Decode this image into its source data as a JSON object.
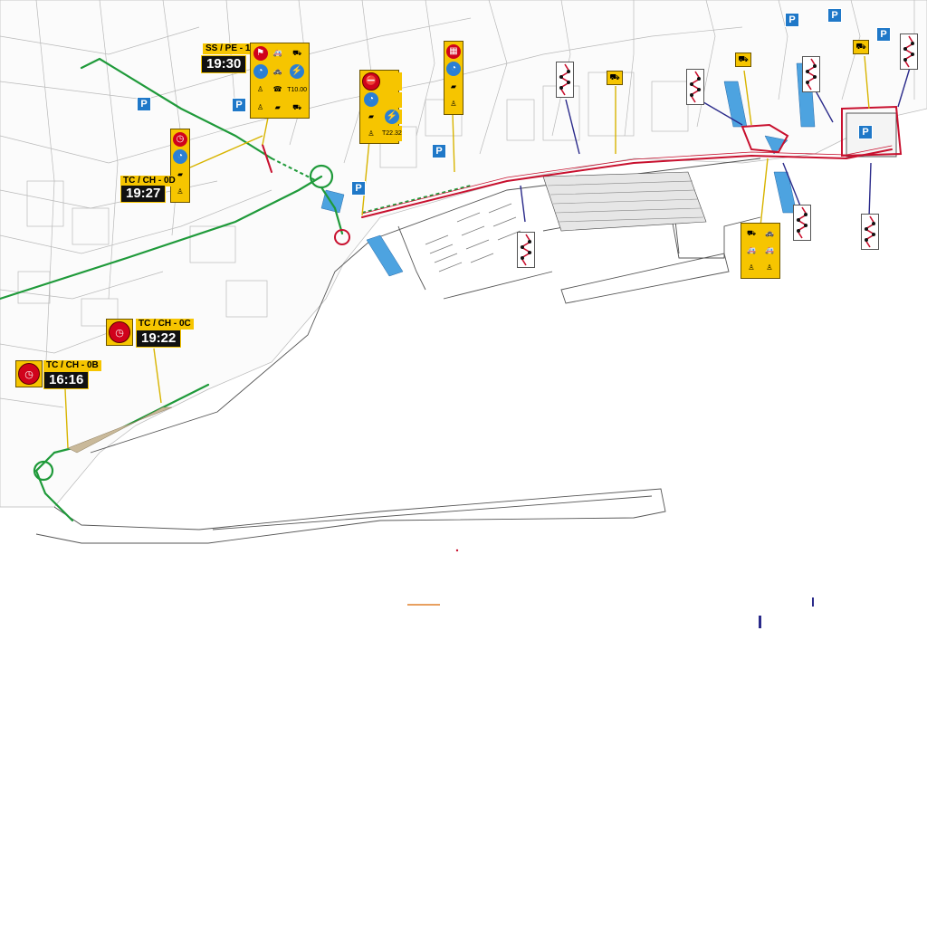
{
  "colors": {
    "route_green": "#1f9a3a",
    "stage_red": "#c8102e",
    "water_blue": "#4da3e0",
    "panel_yellow": "#f6c500",
    "parking_blue": "#1f78c8"
  },
  "parking": {
    "label": "P"
  },
  "controls": [
    {
      "code": "TC / CH - 0B",
      "time": "16:16"
    },
    {
      "code": "TC / CH - 0C",
      "time": "19:22"
    },
    {
      "code": "TC / CH - 0D",
      "time": "19:27"
    },
    {
      "code": "SS / PE - 1",
      "time": "19:30"
    }
  ],
  "timing_points": [
    {
      "label": "T1",
      "value": "0.00"
    },
    {
      "label": "T2",
      "value": "2.32"
    }
  ],
  "icons": [
    "time-control-icon",
    "clock-icon",
    "start-flag-icon",
    "finish-flag-icon",
    "stop-icon",
    "ambulance-icon",
    "police-car-icon",
    "lightning-icon",
    "marshal-icon",
    "radio-icon",
    "chicane-icon",
    "tow-truck-icon"
  ]
}
